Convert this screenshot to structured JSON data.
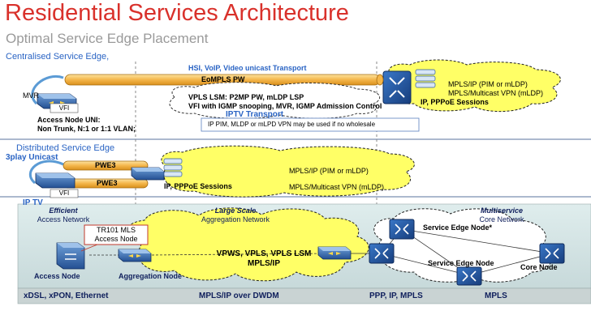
{
  "title": "Residential Services Architecture",
  "subtitle": "Optimal Service Edge Placement",
  "centralised": {
    "heading": "Centralised Service Edge,",
    "transport_header": "HSI, VoIP, Video unicast Transport",
    "eompls": "EoMPLS PW",
    "mvr": "MVR",
    "vfi": "VFI",
    "vpls_line1": "VPLS LSM: P2MP PW, mLDP LSP",
    "vpls_line2": "VFI with IGMP snooping, MVR, IGMP Admission Control",
    "iptv_transport": "IPTV Transport",
    "wholesale_note": "IP PIM, MLDP or mLPD VPN may be used if  no wholesale",
    "access_uni_line1": "Access Node UNI:",
    "access_uni_line2": "Non Trunk, N:1  or  1:1 VLAN;",
    "cloud_line1": "MPLS/IP (PIM or mLDP)",
    "cloud_line2": "MPLS/Multicast VPN (mLDP)",
    "sessions": "IP, PPPoE  Sessions"
  },
  "distributed": {
    "heading": "Distributed Service Edge",
    "play": "3play Unicast",
    "pwe3_top": "PWE3",
    "pwe3_bottom": "PWE3",
    "vfi": "VFI",
    "sessions": "IP, PPPoE  Sessions",
    "cloud_line1": "MPLS/IP (PIM or mLDP)",
    "cloud_line2": "MPLS/Multicast VPN (mLDP)"
  },
  "iptv": {
    "label": "IP TV",
    "efficient": "Efficient",
    "access_network": "Access Network",
    "large_scale": "Large Scale",
    "aggregation_network": "Aggregation Network",
    "multiservice": "Multiservice",
    "core_network": "Core Network",
    "tr101_line1": "TR101 MLS",
    "tr101_line2": "Access Node",
    "cloud_line1": "VPWS, VPLS, VPLS LSM",
    "cloud_line2": "MPLS/IP",
    "service_edge_top": "Service Edge Node*",
    "service_edge_bottom": "Service Edge Node",
    "core_node": "Core Node",
    "access_node": "Access Node",
    "aggregation_node": "Aggregation Node"
  },
  "footer": {
    "access_tech": "xDSL, xPON, Ethernet",
    "mpls_dwdm": "MPLS/IP over DWDM",
    "ppp": "PPP, IP, MPLS",
    "mpls": "MPLS"
  },
  "colors": {
    "title": "#d9312b",
    "section": "#2a64c4",
    "pipe": "#f6c15c",
    "cloud": "#ffff66",
    "router": "#1f4e9a",
    "band": "#d6e6e6",
    "footer": "#c9d3d3"
  }
}
